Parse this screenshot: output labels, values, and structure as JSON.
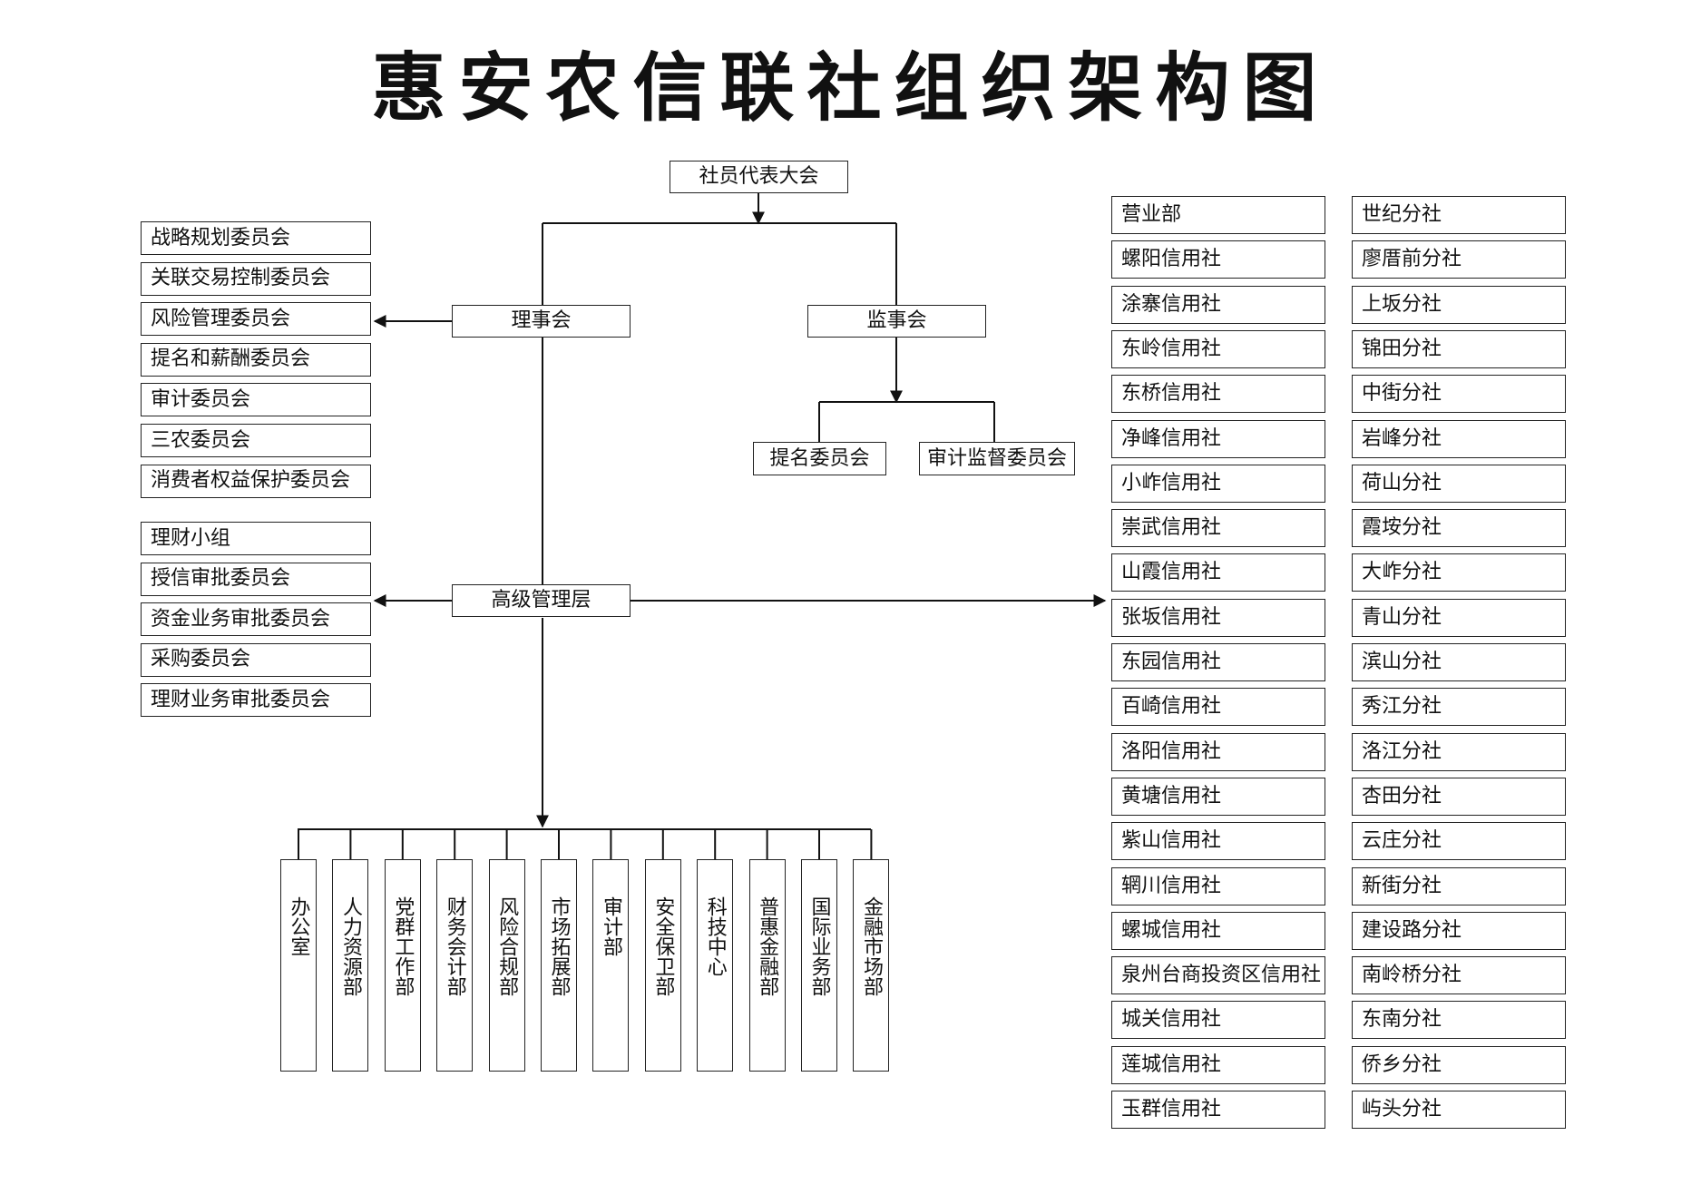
{
  "title": "惠安农信联社组织架构图",
  "top": "社员代表大会",
  "board": "理事会",
  "supervisory": "监事会",
  "senior_mgmt": "高级管理层",
  "supervisory_committees": [
    "提名委员会",
    "审计监督委员会"
  ],
  "board_committees": [
    "战略规划委员会",
    "关联交易控制委员会",
    "风险管理委员会",
    "提名和薪酬委员会",
    "审计委员会",
    "三农委员会",
    "消费者权益保护委员会"
  ],
  "mgmt_committees": [
    "理财小组",
    "授信审批委员会",
    "资金业务审批委员会",
    "采购委员会",
    "理财业务审批委员会"
  ],
  "departments": [
    "办公室",
    "人力资源部",
    "党群工作部",
    "财务会计部",
    "风险合规部",
    "市场拓展部",
    "审计部",
    "安全保卫部",
    "科技中心",
    "普惠金融部",
    "国际业务部",
    "金融市场部"
  ],
  "branches_left": [
    "营业部",
    "螺阳信用社",
    "涂寨信用社",
    "东岭信用社",
    "东桥信用社",
    "净峰信用社",
    "小岞信用社",
    "崇武信用社",
    "山霞信用社",
    "张坂信用社",
    "东园信用社",
    "百崎信用社",
    "洛阳信用社",
    "黄塘信用社",
    "紫山信用社",
    "辋川信用社",
    "螺城信用社",
    "泉州台商投资区信用社",
    "城关信用社",
    "莲城信用社",
    "玉群信用社"
  ],
  "branches_right": [
    "世纪分社",
    "廖厝前分社",
    "上坂分社",
    "锦田分社",
    "中街分社",
    "岩峰分社",
    "荷山分社",
    "霞垵分社",
    "大岞分社",
    "青山分社",
    "滨山分社",
    "秀江分社",
    "洛江分社",
    "杏田分社",
    "云庄分社",
    "新街分社",
    "建设路分社",
    "南岭桥分社",
    "东南分社",
    "侨乡分社",
    "屿头分社"
  ]
}
